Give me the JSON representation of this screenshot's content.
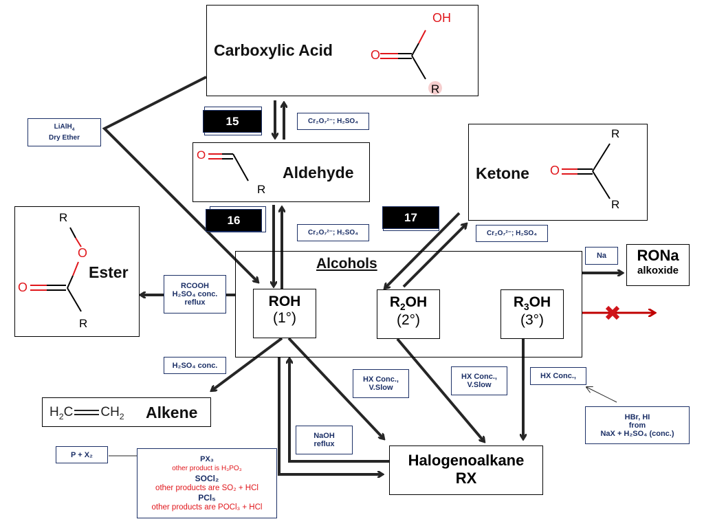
{
  "compounds": {
    "carboxylic_acid": {
      "label": "Carboxylic Acid",
      "oh": "OH",
      "o": "O",
      "r": "R"
    },
    "aldehyde": {
      "label": "Aldehyde",
      "o": "O",
      "r": "R"
    },
    "ketone": {
      "label": "Ketone",
      "o": "O",
      "r1": "R",
      "r2": "R"
    },
    "ester": {
      "label": "Ester",
      "o1": "O",
      "o2": "O",
      "r1": "R",
      "r2": "R"
    },
    "alcohols": {
      "label": "Alcohols",
      "primary": {
        "formula": "ROH",
        "degree": "(1°)"
      },
      "secondary": {
        "formula_pre": "R",
        "formula_sub": "2",
        "formula_post": "OH",
        "degree": "(2°)"
      },
      "tertiary": {
        "formula_pre": "R",
        "formula_sub": "3",
        "formula_post": "OH",
        "degree": "(3°)"
      }
    },
    "alkoxide": {
      "formula": "RONa",
      "label": "alkoxide"
    },
    "alkene": {
      "h2c": "H",
      "c1": "C",
      "c2": "CH",
      "label": "Alkene"
    },
    "halogenoalkane": {
      "label": "Halogenoalkane",
      "formula": "RX"
    }
  },
  "numbers": {
    "n15": "15",
    "n16": "16",
    "n17": "17"
  },
  "conditions": {
    "lialh4": {
      "line1_pre": "LiAlH",
      "line1_sub": "4",
      "line2": "Dry Ether"
    },
    "oxid1": {
      "text": "Cr₂O₇²⁻; H₂SO₄"
    },
    "oxid2": {
      "text": "Cr₂O₇²⁻; H₂SO₄"
    },
    "oxid3": {
      "text": "Cr₂O₇²⁻; H₂SO₄"
    },
    "esterification": {
      "line1": "RCOOH",
      "line2": "H₂SO₄ conc.",
      "line3": "reflux"
    },
    "dehydration": {
      "text": "H₂SO₄ conc."
    },
    "na": {
      "text": "Na"
    },
    "hx_slow_1": {
      "line1": "HX Conc.,",
      "line2": "V.Slow"
    },
    "hx_slow_2": {
      "line1": "HX Conc.,",
      "line2": "V.Slow"
    },
    "hx_conc": {
      "text": "HX Conc.,"
    },
    "hbr_hi": {
      "line1": "HBr, HI",
      "line2": "from",
      "line3": "NaX + H₂SO₄  (conc.)"
    },
    "naoh": {
      "line1": "NaOH",
      "line2": "reflux"
    },
    "p_x2": {
      "text": "P + X₂"
    },
    "reagents": {
      "px3": "PX₃",
      "px3_note": "other product is H₃PO₃",
      "socl2": "SOCl₂",
      "socl2_note": "other products are SO₂ + HCl",
      "pcl5": "PCl₅",
      "pcl5_note": "other products are POCl₃ + HCl"
    }
  },
  "colors": {
    "arrow": "#262626",
    "condition_border": "#1b2f66",
    "red": "#e0161b",
    "no_reaction": "#c00000"
  }
}
